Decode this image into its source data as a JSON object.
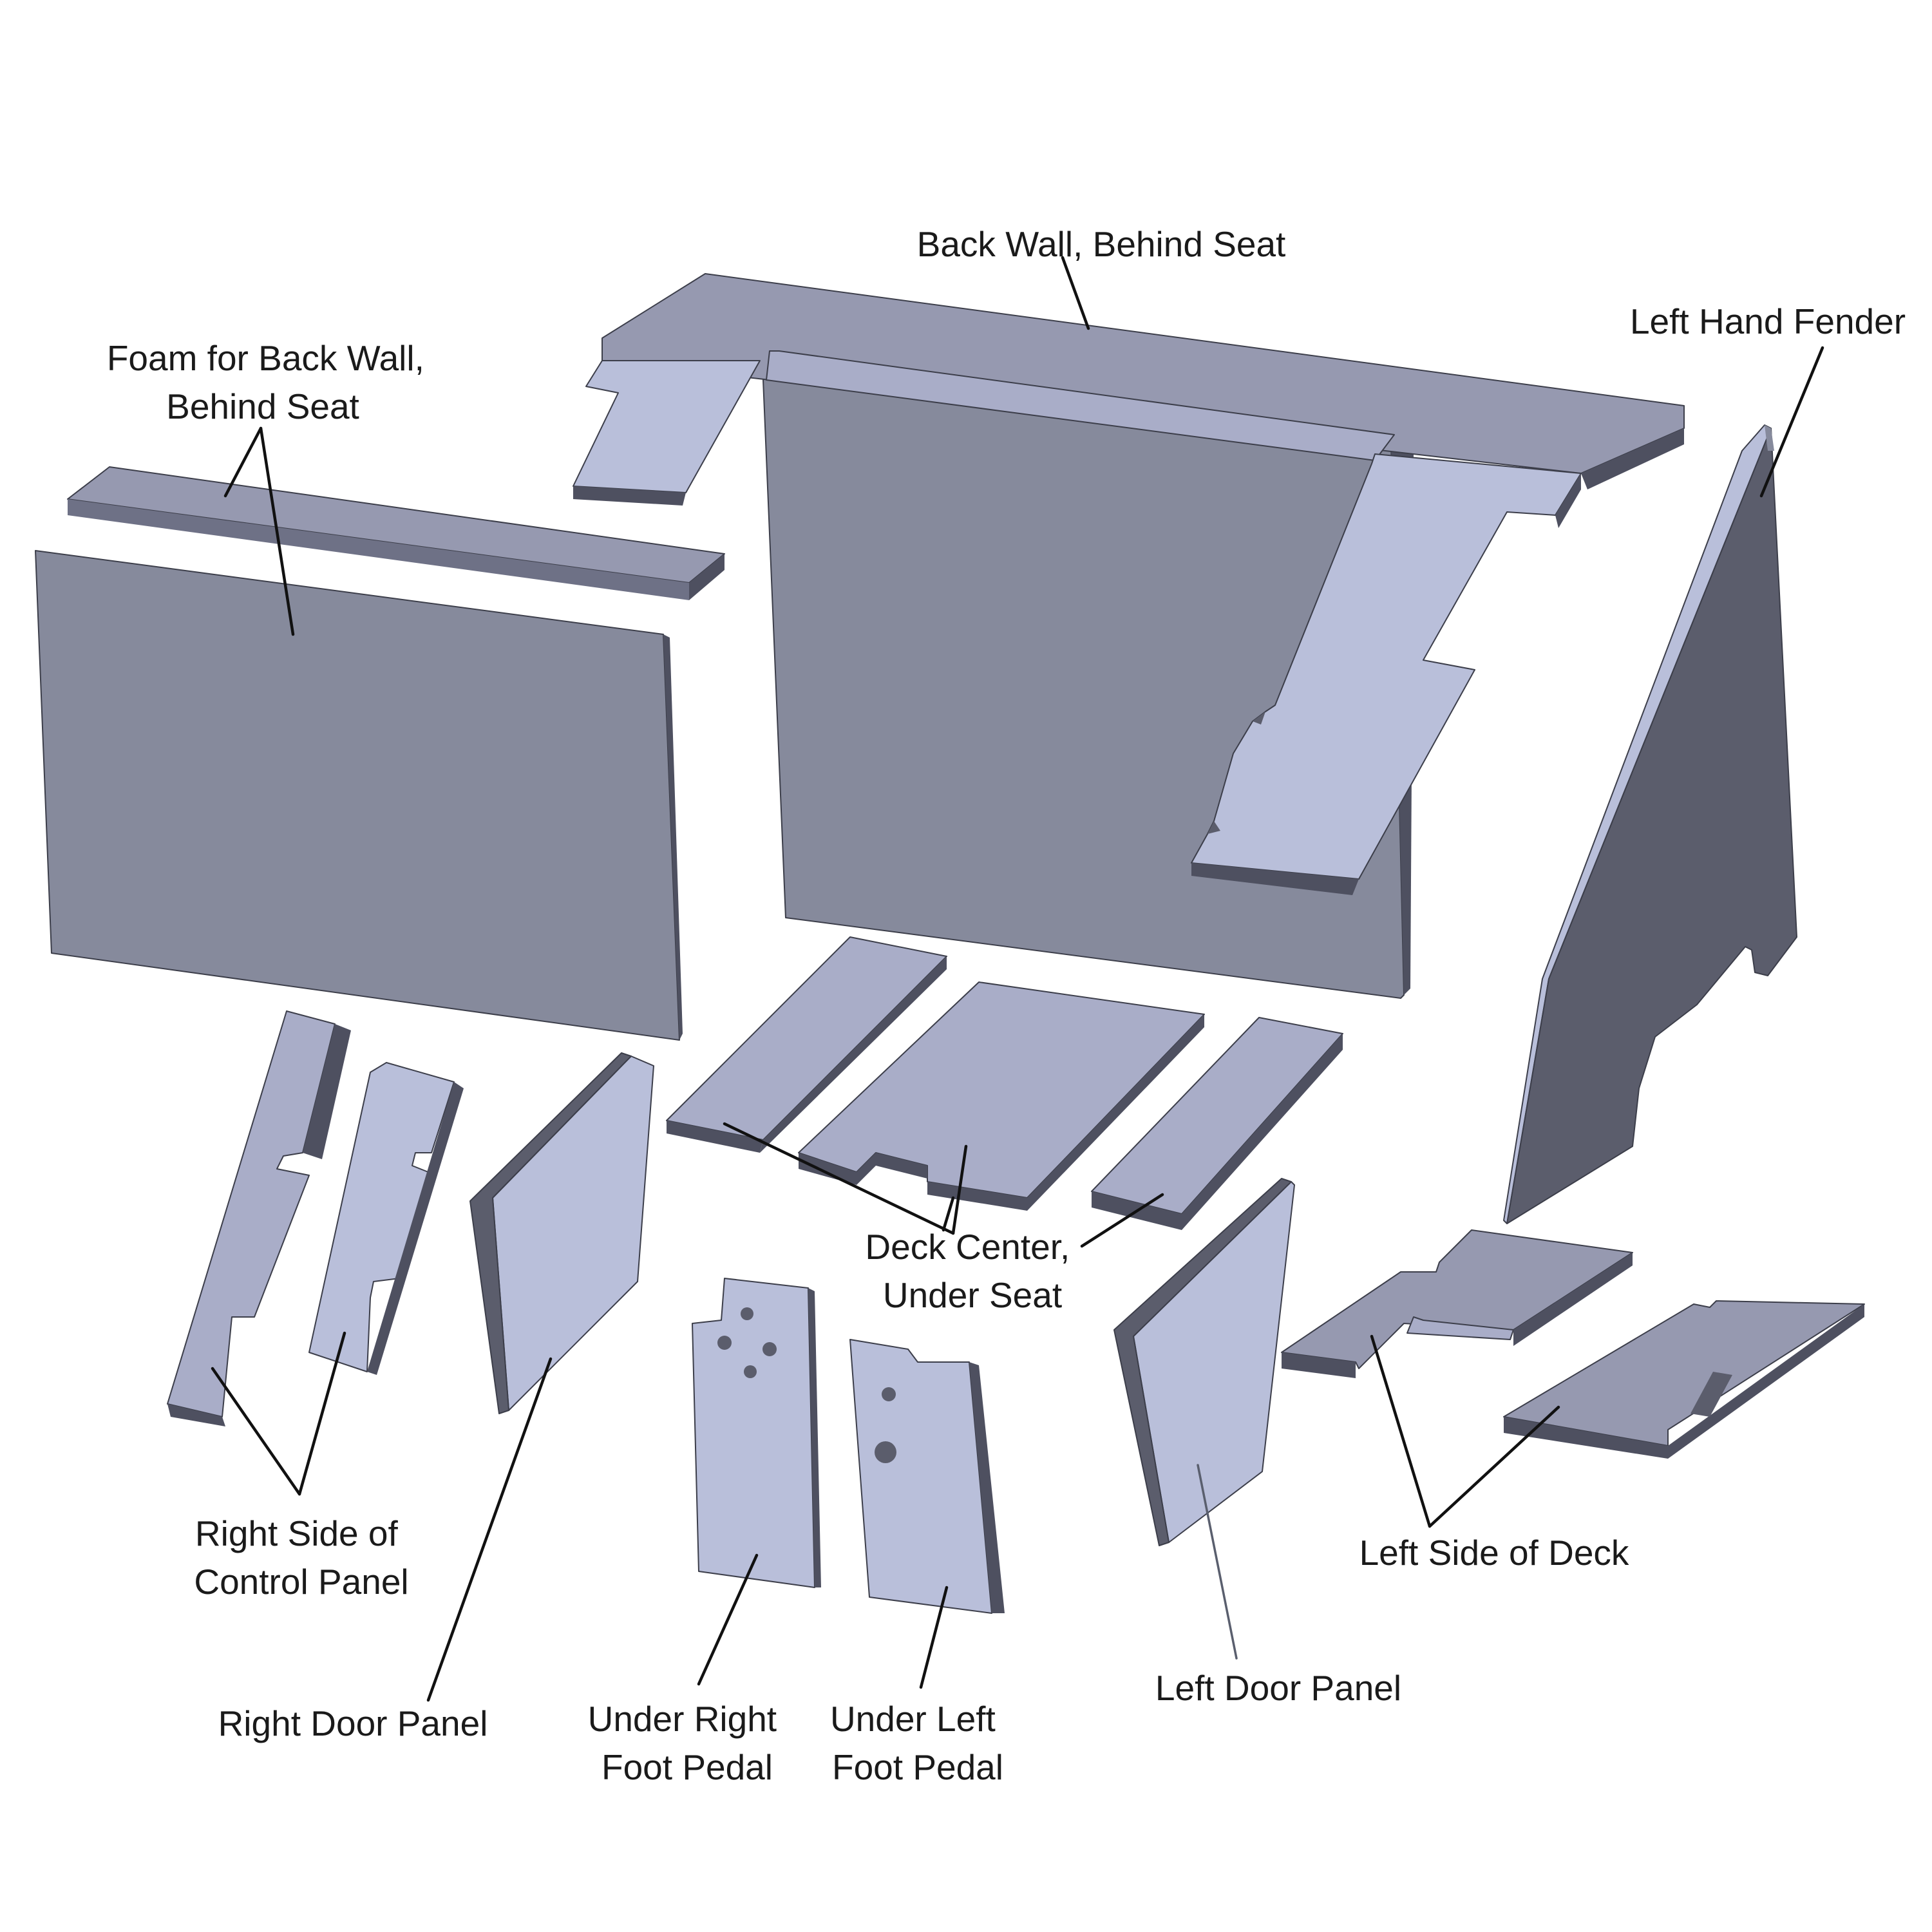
{
  "diagram": {
    "parts": [
      {
        "id": "back-wall",
        "label": "Back Wall, Behind Seat"
      },
      {
        "id": "left-hand-fender",
        "label": "Left Hand Fender"
      },
      {
        "id": "foam-back-wall",
        "label_lines": [
          "Foam for Back Wall,",
          "Behind Seat"
        ]
      },
      {
        "id": "deck-center",
        "label_lines": [
          "Deck Center,",
          "Under Seat"
        ]
      },
      {
        "id": "right-side-control-panel",
        "label_lines": [
          "Right Side of",
          "Control Panel"
        ]
      },
      {
        "id": "right-door-panel",
        "label": "Right Door Panel"
      },
      {
        "id": "under-right-foot-pedal",
        "label_lines": [
          "Under Right",
          "Foot Pedal"
        ]
      },
      {
        "id": "under-left-foot-pedal",
        "label_lines": [
          "Under Left",
          "Foot Pedal"
        ]
      },
      {
        "id": "left-door-panel",
        "label": "Left Door Panel"
      },
      {
        "id": "left-side-deck",
        "label": "Left Side of Deck"
      }
    ]
  }
}
